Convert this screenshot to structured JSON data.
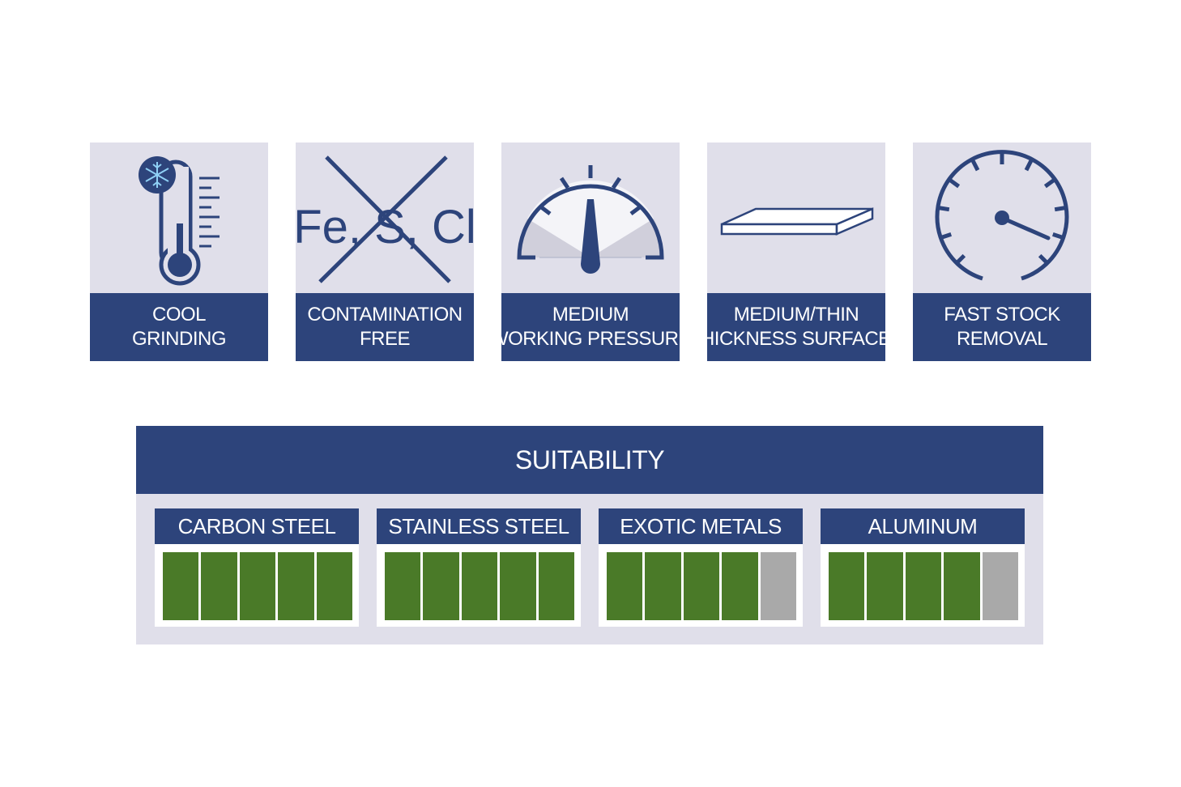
{
  "colors": {
    "navy": "#2d447b",
    "panel": "#e0dfea",
    "green": "#4a7a28",
    "gray": "#a9a9a9"
  },
  "features": [
    {
      "icon": "thermometer-snowflake-icon",
      "lines": [
        "COOL",
        "GRINDING"
      ]
    },
    {
      "icon": "contamination-free-icon",
      "icon_text": "Fe, S, Cl",
      "lines": [
        "CONTAMINATION",
        "FREE"
      ]
    },
    {
      "icon": "pressure-gauge-icon",
      "lines": [
        "MEDIUM",
        "WORKING PRESSURE"
      ]
    },
    {
      "icon": "thin-plate-icon",
      "lines": [
        "MEDIUM/THIN",
        "THICKNESS SURFACES"
      ]
    },
    {
      "icon": "speedometer-icon",
      "lines": [
        "FAST STOCK",
        "REMOVAL"
      ]
    }
  ],
  "suitability": {
    "title": "SUITABILITY",
    "scale_max": 5,
    "materials": [
      {
        "name": "CARBON STEEL",
        "rating": 5
      },
      {
        "name": "STAINLESS STEEL",
        "rating": 5
      },
      {
        "name": "EXOTIC METALS",
        "rating": 4
      },
      {
        "name": "ALUMINUM",
        "rating": 4
      }
    ]
  }
}
